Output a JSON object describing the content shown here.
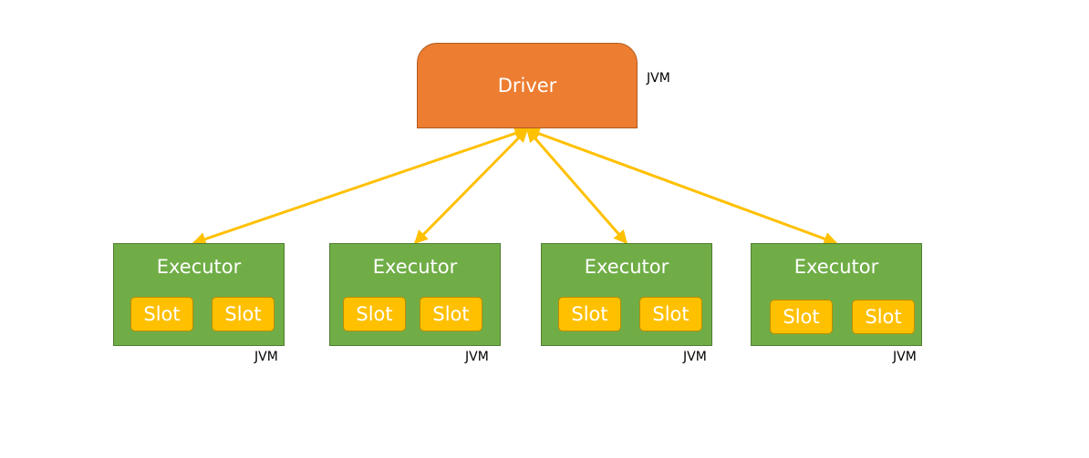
{
  "driver": {
    "label": "Driver",
    "jvm_label": "JVM"
  },
  "executors": [
    {
      "label": "Executor",
      "slots": [
        "Slot",
        "Slot"
      ],
      "jvm_label": "JVM"
    },
    {
      "label": "Executor",
      "slots": [
        "Slot",
        "Slot"
      ],
      "jvm_label": "JVM"
    },
    {
      "label": "Executor",
      "slots": [
        "Slot",
        "Slot"
      ],
      "jvm_label": "JVM"
    },
    {
      "label": "Executor",
      "slots": [
        "Slot",
        "Slot"
      ],
      "jvm_label": "JVM"
    }
  ],
  "colors": {
    "driver_fill": "#ED7D31",
    "executor_fill": "#70AD47",
    "slot_fill": "#FFC000",
    "arrow": "#FFC000"
  }
}
